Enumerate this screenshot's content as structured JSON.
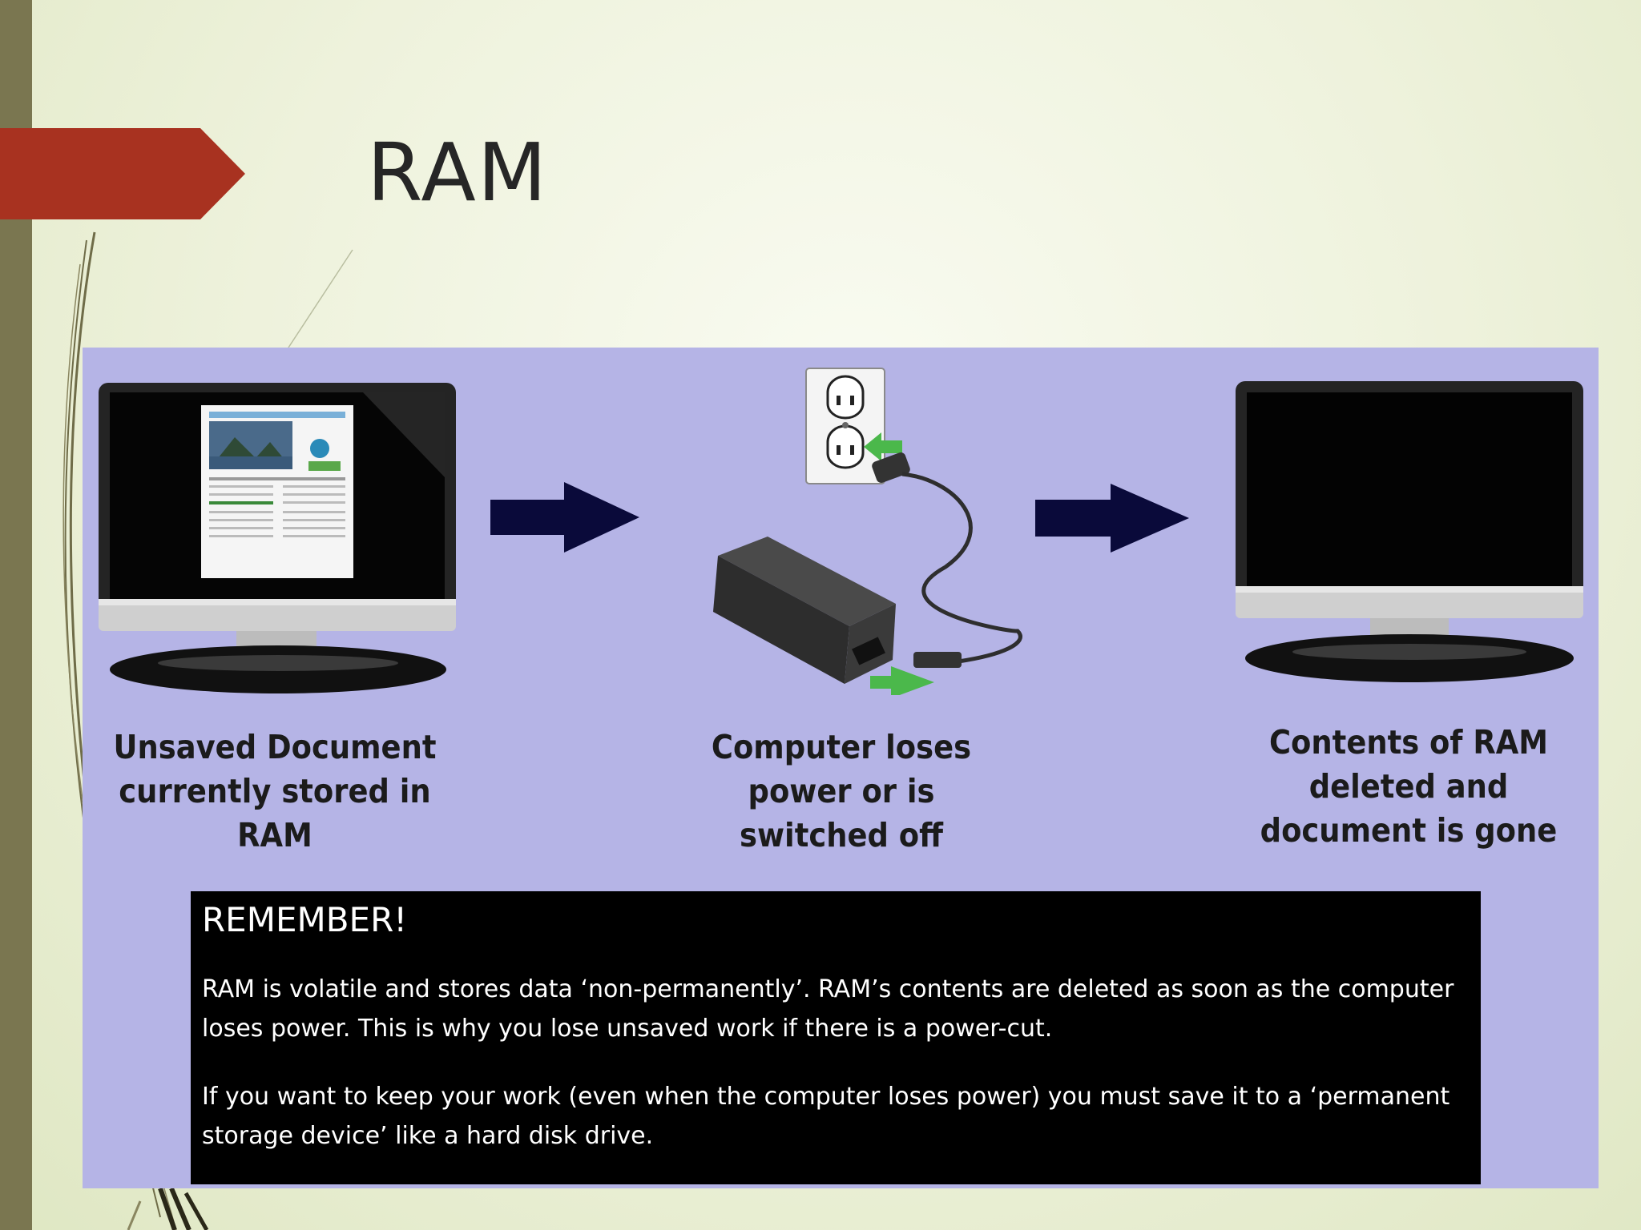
{
  "slide": {
    "title": "RAM"
  },
  "stages": [
    {
      "id": "unsaved",
      "caption": "Unsaved Document\ncurrently stored in\nRAM"
    },
    {
      "id": "power-loss",
      "caption": "Computer loses\npower or is\nswitched off"
    },
    {
      "id": "gone",
      "caption": "Contents of RAM\ndeleted and\ndocument is gone"
    }
  ],
  "remember": {
    "heading": "REMEMBER!",
    "paragraphs": [
      "RAM is volatile and stores data ‘non-permanently’. RAM’s contents are deleted as soon as the computer loses power. This is why you lose unsaved work if there is a power-cut.",
      "If you want to keep your work (even when the computer loses power) you must save it to a ‘permanent storage device’ like a hard disk drive."
    ]
  },
  "colors": {
    "accent_red": "#a83220",
    "panel_lavender": "#b5b4e6",
    "arrow_navy": "#0a0a3a",
    "plug_arrow_green": "#4bb84b",
    "left_bar": "#7a7650"
  },
  "icons": {
    "stage_1": "monitor-with-document-icon",
    "stage_2": "power-adapter-and-wall-outlet-icon",
    "stage_3": "blank-monitor-icon",
    "flow": "right-arrow-icon"
  }
}
